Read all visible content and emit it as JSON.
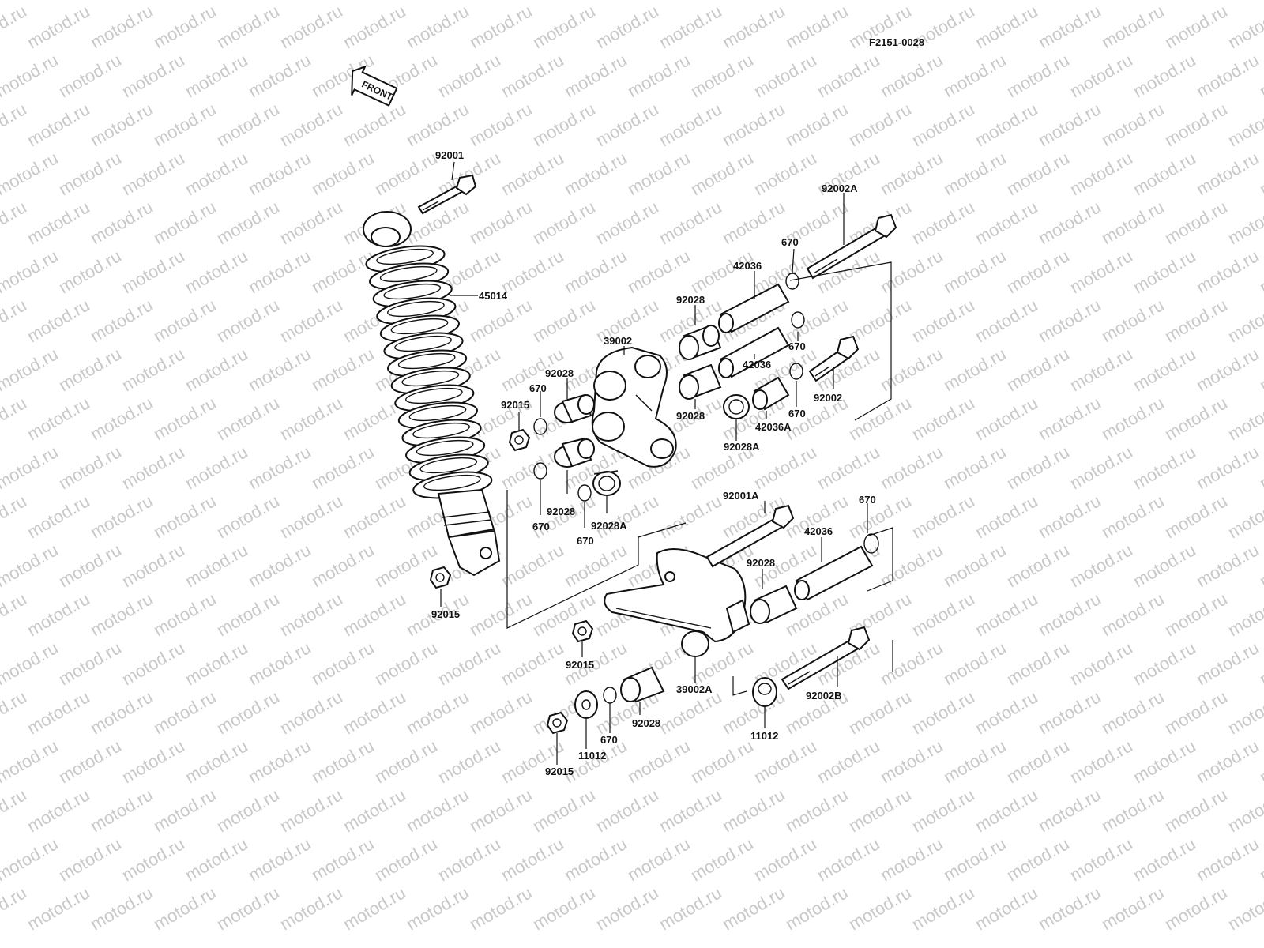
{
  "diagram": {
    "ref_code": "F2151-0028",
    "front_arrow_label": "FRONT",
    "watermark_text": "motod.ru",
    "labels": [
      {
        "id": "lbl-92001",
        "text": "92001"
      },
      {
        "id": "lbl-45014",
        "text": "45014"
      },
      {
        "id": "lbl-92015-a",
        "text": "92015"
      },
      {
        "id": "lbl-92015-b",
        "text": "92015"
      },
      {
        "id": "lbl-92015-c",
        "text": "92015"
      },
      {
        "id": "lbl-92015-d",
        "text": "92015"
      },
      {
        "id": "lbl-670-a",
        "text": "670"
      },
      {
        "id": "lbl-670-b",
        "text": "670"
      },
      {
        "id": "lbl-670-c",
        "text": "670"
      },
      {
        "id": "lbl-670-d",
        "text": "670"
      },
      {
        "id": "lbl-670-e",
        "text": "670"
      },
      {
        "id": "lbl-670-f",
        "text": "670"
      },
      {
        "id": "lbl-670-g",
        "text": "670"
      },
      {
        "id": "lbl-670-h",
        "text": "670"
      },
      {
        "id": "lbl-92028-a",
        "text": "92028"
      },
      {
        "id": "lbl-92028-b",
        "text": "92028"
      },
      {
        "id": "lbl-92028-c",
        "text": "92028"
      },
      {
        "id": "lbl-92028-d",
        "text": "92028"
      },
      {
        "id": "lbl-92028-e",
        "text": "92028"
      },
      {
        "id": "lbl-92028-f",
        "text": "92028"
      },
      {
        "id": "lbl-92028a-a",
        "text": "92028A"
      },
      {
        "id": "lbl-92028a-b",
        "text": "92028A"
      },
      {
        "id": "lbl-39002",
        "text": "39002"
      },
      {
        "id": "lbl-39002a",
        "text": "39002A"
      },
      {
        "id": "lbl-42036-a",
        "text": "42036"
      },
      {
        "id": "lbl-42036-b",
        "text": "42036"
      },
      {
        "id": "lbl-42036-c",
        "text": "42036"
      },
      {
        "id": "lbl-42036a",
        "text": "42036A"
      },
      {
        "id": "lbl-92002",
        "text": "92002"
      },
      {
        "id": "lbl-92002a",
        "text": "92002A"
      },
      {
        "id": "lbl-92002b",
        "text": "92002B"
      },
      {
        "id": "lbl-92001a",
        "text": "92001A"
      },
      {
        "id": "lbl-11012-a",
        "text": "11012"
      },
      {
        "id": "lbl-11012-b",
        "text": "11012"
      }
    ]
  }
}
